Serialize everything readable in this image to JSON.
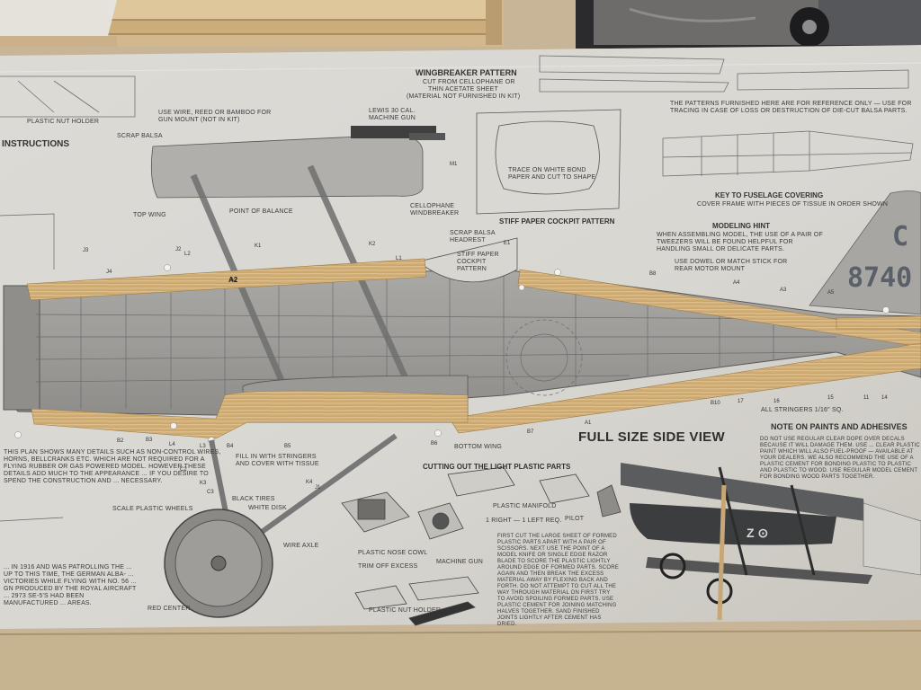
{
  "plan": {
    "wingbreaker_title": "WINGBREAKER PATTERN",
    "wingbreaker_sub1": "CUT FROM CELLOPHANE OR",
    "wingbreaker_sub2": "THIN ACETATE SHEET",
    "wingbreaker_sub3": "(MATERIAL NOT FURNISHED IN KIT)",
    "instructions_title": "INSTRUCTIONS",
    "plastic_nut_holder_top": "PLASTIC NUT HOLDER",
    "use_wire_note": "USE WIRE, REED OR BAMBOO FOR GUN MOUNT (NOT IN KIT)",
    "scrap_balsa": "SCRAP BALSA",
    "lewis_gun": "LEWIS 30 CAL. MACHINE GUN",
    "top_wing": "TOP WING",
    "point_of_balance": "POINT OF BALANCE",
    "cellophane_windbreaker": "CELLOPHANE WINDBREAKER",
    "scrap_balsa_headrest": "SCRAP BALSA HEADREST",
    "stiff_paper_cockpit": "STIFF PAPER COCKPIT PATTERN",
    "stiff_paper_cockpit_heading": "STIFF PAPER COCKPIT PATTERN",
    "trace_on_white": "TRACE ON WHITE BOND PAPER AND CUT TO SHAPE",
    "patterns_note": "THE PATTERNS FURNISHED HERE ARE FOR REFERENCE ONLY — USE FOR TRACING IN CASE OF LOSS OR DESTRUCTION OF DIE-CUT BALSA PARTS.",
    "key_fuselage": "KEY TO FUSELAGE COVERING",
    "cover_frame": "COVER FRAME WITH PIECES OF TISSUE IN ORDER SHOWN",
    "modeling_hint_title": "MODELING HINT",
    "modeling_hint_text": "WHEN ASSEMBLING MODEL, THE USE OF A PAIR OF TWEEZERS WILL BE FOUND HELPFUL FOR HANDLING SMALL OR DELICATE PARTS.",
    "dowel_note": "USE DOWEL OR MATCH STICK FOR REAR MOTOR MOUNT",
    "full_size_side_view": "FULL SIZE SIDE VIEW",
    "note_paints_title": "NOTE ON PAINTS AND ADHESIVES",
    "note_paints_text": "DO NOT USE REGULAR CLEAR DOPE OVER DECALS BECAUSE IT WILL DAMAGE THEM. USE ... CLEAR PLASTIC PAINT WHICH WILL ALSO FUEL-PROOF — AVAILABLE AT YOUR DEALERS. WE ALSO RECOMMEND THE USE OF A PLASTIC CEMENT FOR BONDING PLASTIC TO PLASTIC AND PLASTIC TO WOOD. USE REGULAR MODEL CEMENT FOR BONDING WOOD PARTS TOGETHER.",
    "all_stringers": "ALL STRINGERS 1/16\" SQ.",
    "cutting_out_title": "CUTTING OUT THE LIGHT PLASTIC PARTS",
    "plastic_manifold": "PLASTIC MANIFOLD",
    "plastic_manifold_req": "1 RIGHT — 1 LEFT REQ.",
    "pilot": "PILOT",
    "plastic_nose_cowl": "PLASTIC NOSE COWL",
    "machine_gun": "MACHINE GUN",
    "trim_off_excess": "TRIM OFF EXCESS",
    "plastic_nut_holder": "PLASTIC NUT HOLDER",
    "cutting_instructions": "FIRST CUT THE LARGE SHEET OF FORMED PLASTIC PARTS APART WITH A PAIR OF SCISSORS. NEXT USE THE POINT OF A MODEL KNIFE OR SINGLE EDGE RAZOR BLADE TO SCORE THE PLASTIC LIGHTLY AROUND EDGE OF FORMED PARTS. SCORE AGAIN AND THEN BREAK THE EXCESS MATERIAL AWAY BY FLEXING BACK AND FORTH. DO NOT ATTEMPT TO CUT ALL THE WAY THROUGH MATERIAL ON FIRST TRY TO AVOID SPOILING FORMED PARTS. USE PLASTIC CEMENT FOR JOINING MATCHING HALVES TOGETHER. SAND FINISHED JOINTS LIGHTLY AFTER CEMENT HAS DRIED.",
    "fill_in_stringers": "FILL IN WITH STRINGERS AND COVER WITH TISSUE",
    "black_tires": "BLACK TIRES",
    "white_disk": "WHITE DISK",
    "scale_wheels": "SCALE PLASTIC WHEELS",
    "wire_axle": "WIRE AXLE",
    "red_center": "RED CENTER",
    "bottom_wing": "BOTTOM WING",
    "plan_shows": "THIS PLAN SHOWS MANY DETAILS SUCH AS NON-CONTROL WIRES, HORNS, BELLCRANKS ETC. WHICH ARE NOT REQUIRED FOR A FLYING RUBBER OR GAS POWERED MODEL. HOWEVER THESE DETAILS ADD MUCH TO THE APPEARANCE ... IF YOU DESIRE TO SPEND THE CONSTRUCTION AND ... NECESSARY.",
    "history_text": "... IN 1916 AND WAS PATROLLING THE ... UP TO THIS TIME, THE GERMAN ALBA- ... VICTORIES WHILE FLYING WITH NO. 56 ... GN PRODUCED BY THE ROYAL AIRCRAFT ... 2973 SE-5'S HAD BEEN MANUFACTURED ... AREAS.",
    "tail_code_letter": "C",
    "tail_code_number": "8740",
    "spar_label_a2": "A2",
    "side_view_code": "Z ⊙",
    "part_labels": [
      "A2",
      "K1",
      "K2",
      "L1",
      "L3",
      "B4",
      "B5",
      "B6",
      "B7",
      "B8",
      "A3",
      "A4",
      "A5",
      "14",
      "11",
      "15",
      "16",
      "17",
      "B10",
      "A1",
      "L2",
      "L4",
      "K3",
      "K4",
      "J1",
      "J2",
      "J3",
      "J4",
      "B3",
      "B2",
      "C2",
      "C3",
      "M1",
      "E1"
    ]
  }
}
